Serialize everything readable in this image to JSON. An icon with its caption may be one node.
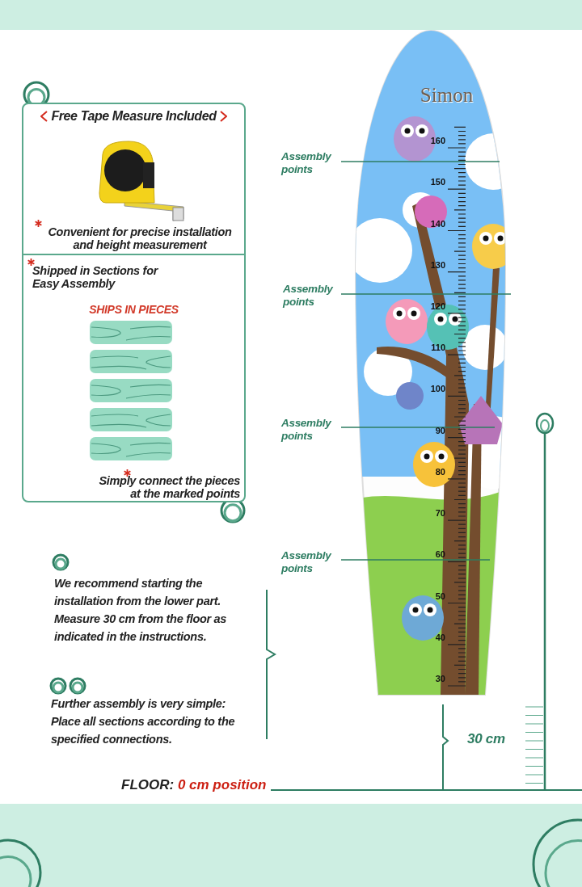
{
  "diagram": {
    "nodes": [
      {
        "text": [
          "Free Tape Measure Included",
          "Convenient for precise installation and height measurement",
          "Shipped in Sections for Easy Assembly",
          "SHIPS IN PIECES",
          "Simply connect the pieces at the marked points"
        ]
      },
      {
        "text": [
          "Assembly points"
        ]
      },
      {
        "text": [
          "Assembly points"
        ]
      },
      {
        "text": [
          "Assembly points"
        ]
      },
      {
        "text": [
          "Assembly points"
        ]
      },
      {
        "text": [],
        "shape": "bar"
      },
      {
        "text": [],
        "shape": "bar"
      }
    ],
    "edges": [
      {
        "from": 1,
        "to": null,
        "arrow": "none"
      },
      {
        "from": 2,
        "to": null,
        "arrow": "none"
      },
      {
        "from": 3,
        "to": null,
        "arrow": "none"
      },
      {
        "from": 4,
        "to": null,
        "arrow": "none"
      }
    ],
    "labels": [
      "Simon",
      "160",
      "150",
      "140",
      "130",
      "120",
      "110",
      "100",
      "90",
      "80",
      "70",
      "60",
      "50",
      "40",
      "30",
      "We recommend starting the installation from the lower part. Measure 30 cm from the floor as indicated in the instructions.",
      "Further assembly is very simple: Place all sections according to the specified connections.",
      "30 cm",
      "FLOOR:",
      "0 cm position"
    ]
  }
}
